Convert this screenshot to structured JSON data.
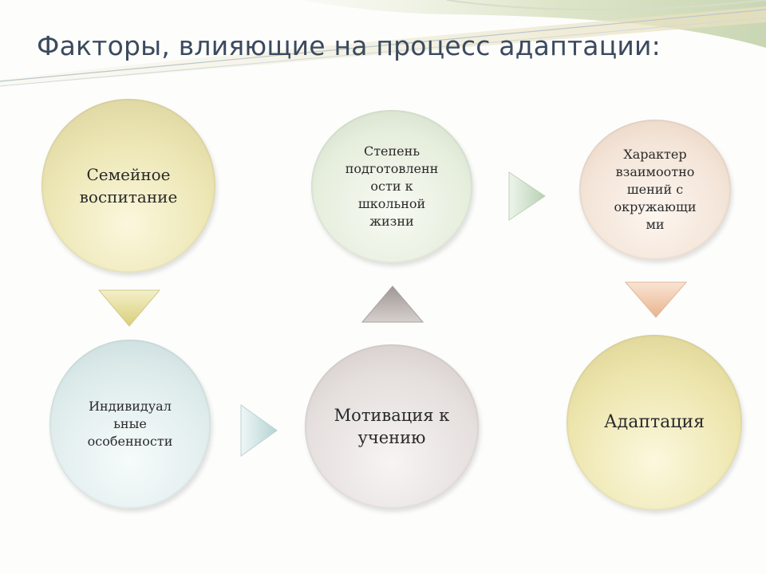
{
  "slide": {
    "title": "Факторы, влияющие на процесс адаптации:"
  },
  "factors": {
    "family": "Семейное воспитание",
    "readiness_lines": [
      "Степень",
      "подготовленн",
      "ости к",
      "школьной",
      "жизни"
    ],
    "relations_lines": [
      "Характер",
      "взаимоотно",
      "шений с",
      "окружающи",
      "ми"
    ],
    "individual_lines": [
      "Индивидуал",
      "ьные",
      "особенности"
    ],
    "motivation": "Мотивация к учению",
    "adaptation": "Адаптация"
  },
  "colors": {
    "title": "#3b4a5e",
    "arrow_down_family": "#e6dd8e",
    "arrow_up": "#b9b3b2",
    "arrow_right_green": "#c7dcc4",
    "arrow_right_teal": "#bfd9d9",
    "arrow_down_relations": "#f0c7a8"
  }
}
